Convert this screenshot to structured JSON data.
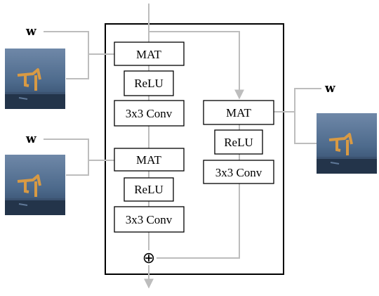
{
  "diagram": {
    "weight_symbol": "w",
    "left_top": {
      "ops": [
        "MAT",
        "ReLU",
        "3x3 Conv"
      ]
    },
    "left_bottom": {
      "ops": [
        "MAT",
        "ReLU",
        "3x3 Conv"
      ]
    },
    "right_branch": {
      "ops": [
        "MAT",
        "ReLU",
        "3x3 Conv"
      ]
    },
    "sum_symbol": "⊕",
    "colors": {
      "connector": "#bdbdbd",
      "thumbnail_sky": "#5a7496",
      "thumbnail_ground": "#23344a",
      "thumbnail_object": "#d89a44"
    }
  }
}
